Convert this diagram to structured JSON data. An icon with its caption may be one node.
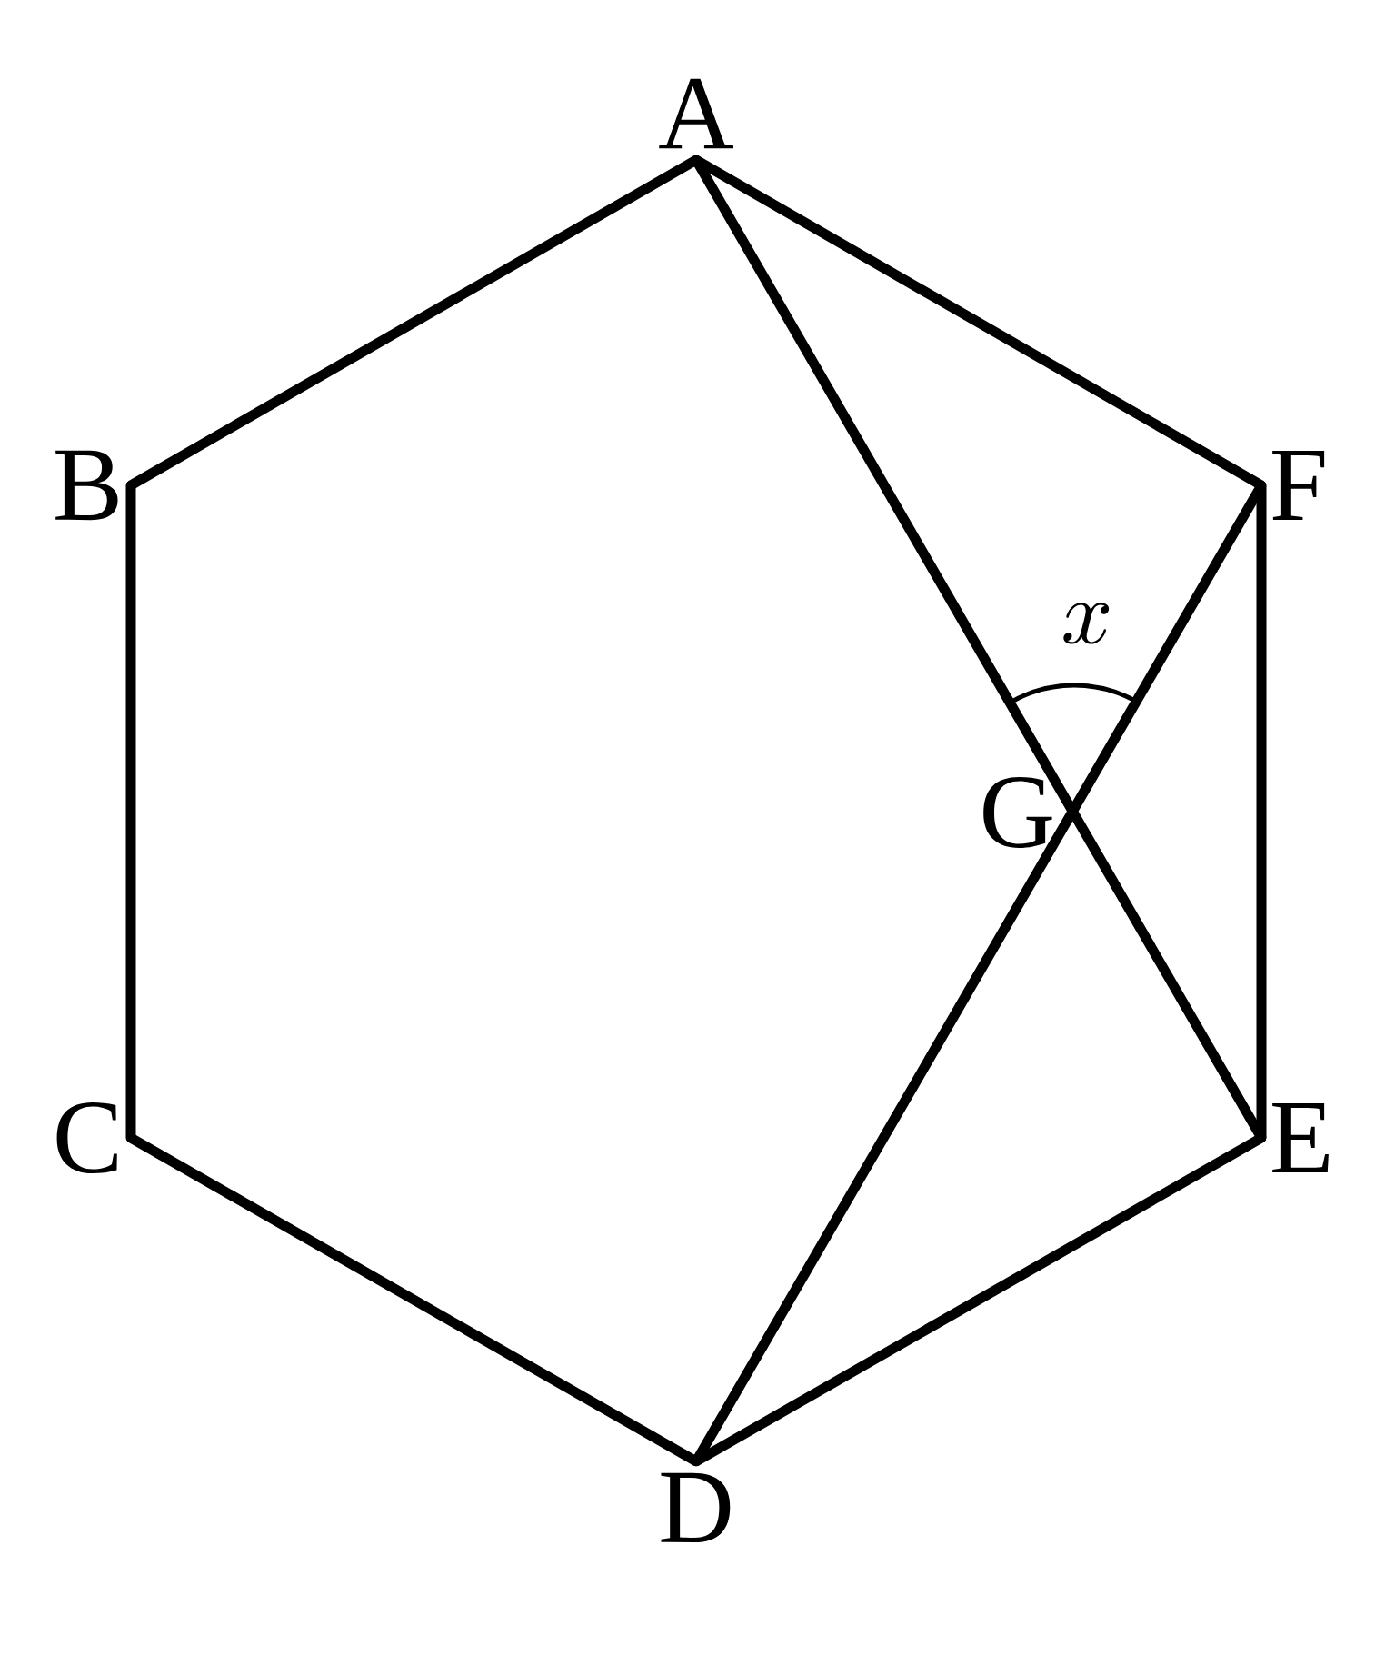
{
  "diagram": {
    "nodes": [
      {
        "text": [
          "A"
        ]
      },
      {
        "text": [
          "B"
        ]
      },
      {
        "text": [
          "C"
        ]
      },
      {
        "text": [
          "D"
        ]
      },
      {
        "text": [
          "E"
        ]
      },
      {
        "text": [
          "F"
        ]
      },
      {
        "text": [
          "G"
        ]
      }
    ],
    "edges": [
      {
        "from": 0,
        "to": 1,
        "arrow": "none"
      },
      {
        "from": 1,
        "to": 2,
        "arrow": "none"
      },
      {
        "from": 2,
        "to": 3,
        "arrow": "none"
      },
      {
        "from": 3,
        "to": 4,
        "arrow": "none"
      },
      {
        "from": 4,
        "to": 5,
        "arrow": "none"
      },
      {
        "from": 5,
        "to": 0,
        "arrow": "none"
      },
      {
        "from": 0,
        "to": 4,
        "arrow": "none"
      },
      {
        "from": 5,
        "to": 3,
        "arrow": "none"
      }
    ],
    "labels": [
      "x"
    ]
  }
}
